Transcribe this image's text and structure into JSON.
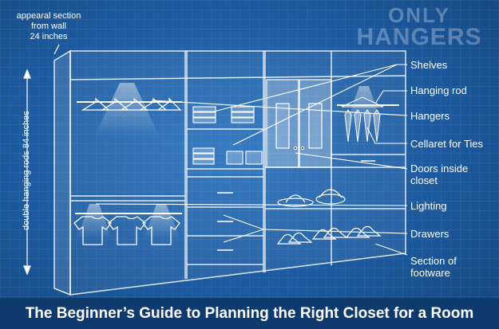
{
  "wall_note": [
    "appearal section",
    "from wall",
    "24 inches"
  ],
  "height_note": "double hanging rods 84 inches",
  "logo": {
    "line1": "ONLY",
    "line2": "HANGERS"
  },
  "labels": {
    "shelves": "Shelves",
    "hanging_rod": "Hanging rod",
    "hangers": "Hangers",
    "cellaret": "Cellaret for Ties",
    "doors_line1": "Doors inside",
    "doors_line2": "closet",
    "lighting": "Lighting",
    "drawers": "Drawers",
    "footwear_line1": "Section of",
    "footwear_line2": "footware"
  },
  "title": "The Beginner’s Guide to Planning the Right Closet for a Room",
  "colors": {
    "background": "#1d5fa6",
    "banner": "#0e3a6e",
    "line": "#ffffff"
  }
}
